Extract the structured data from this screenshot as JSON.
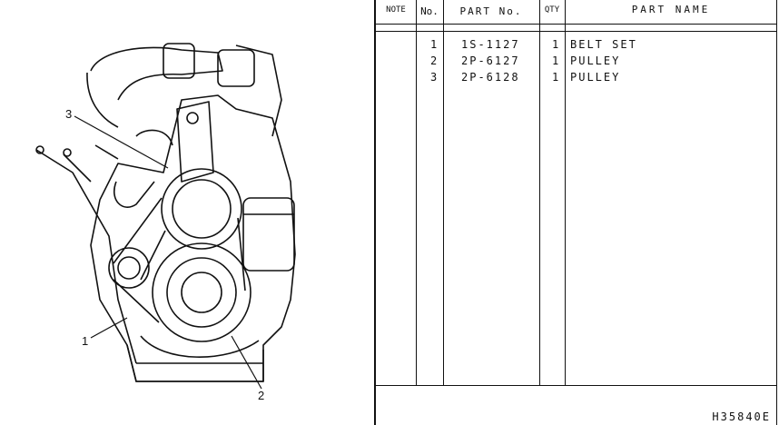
{
  "diagram": {
    "callouts": [
      "1",
      "2",
      "3"
    ]
  },
  "table": {
    "headers": {
      "note": "NOTE",
      "no": "No.",
      "part_no": "PART No.",
      "qty": "QTY",
      "part_name": "PART NAME"
    },
    "rows": [
      {
        "no": "1",
        "part_no": "1S-1127",
        "qty": "1",
        "part_name": "BELT SET"
      },
      {
        "no": "2",
        "part_no": "2P-6127",
        "qty": "1",
        "part_name": "PULLEY"
      },
      {
        "no": "3",
        "part_no": "2P-6128",
        "qty": "1",
        "part_name": "PULLEY"
      }
    ]
  },
  "footer": {
    "ref_code": "H35840E"
  }
}
